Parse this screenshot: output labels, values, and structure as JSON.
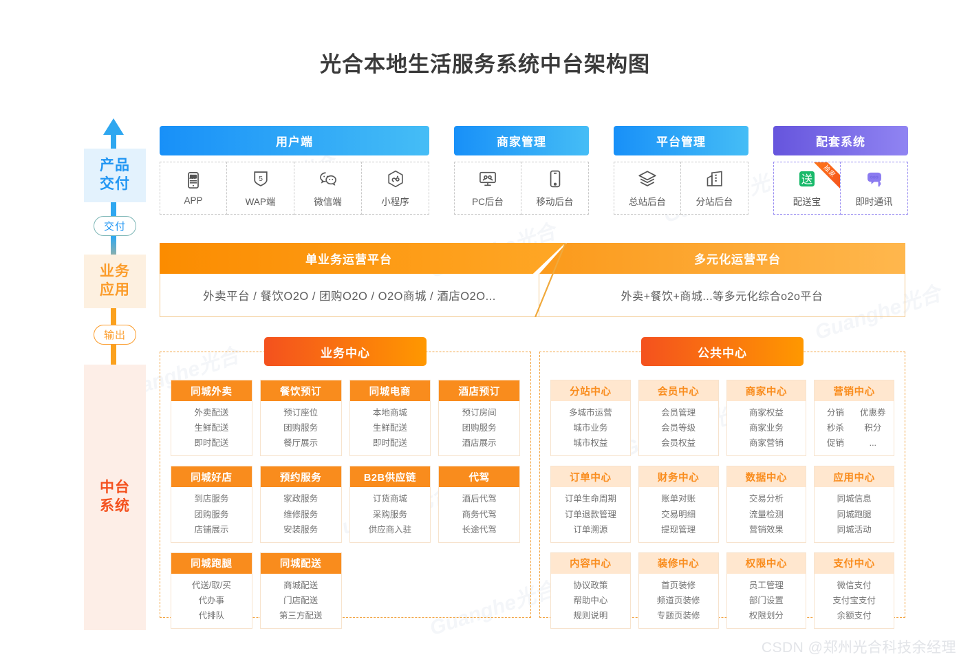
{
  "title": "光合本地生活服务系统中台架构图",
  "watermark": {
    "brand": "Guanghe光合",
    "credit": "CSDN @郑州光合科技余经理"
  },
  "colors": {
    "blue": "#1890f8",
    "blue_light": "#45bdf6",
    "purple": "#6655dd",
    "purple_light": "#9084f2",
    "orange": "#f98c1d",
    "orange_deep": "#f4511e",
    "orange_tint": "#ffe7cf",
    "stage_product_bg": "#e3f2fd",
    "stage_business_bg": "#fdf0e0",
    "stage_mid_bg": "#fdeee7"
  },
  "rail": {
    "stages": [
      {
        "name": "product-delivery",
        "line1": "产品",
        "line2": "交付"
      },
      {
        "name": "business-application",
        "line1": "业务",
        "line2": "应用"
      },
      {
        "name": "mid-platform-system",
        "line1": "中台",
        "line2": "系统"
      }
    ],
    "connectors": [
      {
        "name": "deliver",
        "label": "交付"
      },
      {
        "name": "output",
        "label": "输出"
      }
    ]
  },
  "top_groups": [
    {
      "id": "user-client",
      "title": "用户端",
      "theme": "blue",
      "items": [
        {
          "label": "APP",
          "icon": "app-phone-icon"
        },
        {
          "label": "WAP端",
          "icon": "html5-shield-icon"
        },
        {
          "label": "微信端",
          "icon": "wechat-icon"
        },
        {
          "label": "小程序",
          "icon": "miniprogram-icon"
        }
      ]
    },
    {
      "id": "merchant-management",
      "title": "商家管理",
      "theme": "blue",
      "items": [
        {
          "label": "PC后台",
          "icon": "desktop-monitor-icon"
        },
        {
          "label": "移动后台",
          "icon": "mobile-phone-icon"
        }
      ]
    },
    {
      "id": "platform-management",
      "title": "平台管理",
      "theme": "blue",
      "items": [
        {
          "label": "总站后台",
          "icon": "layers-icon"
        },
        {
          "label": "分站后台",
          "icon": "building-icon"
        }
      ]
    },
    {
      "id": "supporting-system",
      "title": "配套系统",
      "theme": "purple",
      "items": [
        {
          "label": "配送宝",
          "icon": "delivery-song-icon",
          "badge": "独家"
        },
        {
          "label": "即时通讯",
          "icon": "chat-bubble-icon"
        }
      ]
    }
  ],
  "ops_platforms": {
    "single": {
      "title": "单业务运营平台",
      "desc": "外卖平台  /  餐饮O2O  /  团购O2O  /  O2O商城  /  酒店O2O..."
    },
    "multi": {
      "title": "多元化运营平台",
      "desc": "外卖+餐饮+商城...等多元化综合o2o平台"
    }
  },
  "centers": [
    {
      "id": "business-center",
      "badge": "业务中心",
      "head_style": "solid",
      "cards": [
        {
          "title": "同城外卖",
          "items": [
            "外卖配送",
            "生鲜配送",
            "即时配送"
          ]
        },
        {
          "title": "餐饮预订",
          "items": [
            "预订座位",
            "团购服务",
            "餐厅展示"
          ]
        },
        {
          "title": "同城电商",
          "items": [
            "本地商城",
            "生鲜配送",
            "即时配送"
          ]
        },
        {
          "title": "酒店预订",
          "items": [
            "预订房间",
            "团购服务",
            "酒店展示"
          ]
        },
        {
          "title": "同城好店",
          "items": [
            "到店服务",
            "团购服务",
            "店铺展示"
          ]
        },
        {
          "title": "预约服务",
          "items": [
            "家政服务",
            "维修服务",
            "安装服务"
          ]
        },
        {
          "title": "B2B供应链",
          "items": [
            "订货商城",
            "采购服务",
            "供应商入驻"
          ]
        },
        {
          "title": "代驾",
          "items": [
            "酒后代驾",
            "商务代驾",
            "长途代驾"
          ]
        },
        {
          "title": "同城跑腿",
          "items": [
            "代送/取/买",
            "代办事",
            "代排队"
          ]
        },
        {
          "title": "同城配送",
          "items": [
            "商城配送",
            "门店配送",
            "第三方配送"
          ]
        }
      ]
    },
    {
      "id": "public-center",
      "badge": "公共中心",
      "head_style": "tint",
      "cards": [
        {
          "title": "分站中心",
          "items": [
            "多城市运营",
            "城市业务",
            "城市权益"
          ]
        },
        {
          "title": "会员中心",
          "items": [
            "会员管理",
            "会员等级",
            "会员权益"
          ]
        },
        {
          "title": "商家中心",
          "items": [
            "商家权益",
            "商家业务",
            "商家营销"
          ]
        },
        {
          "title": "营销中心",
          "two_col": true,
          "items": [
            "分销",
            "优惠券",
            "秒杀",
            "积分",
            "促销",
            "..."
          ]
        },
        {
          "title": "订单中心",
          "items": [
            "订单生命周期",
            "订单退款管理",
            "订单溯源"
          ]
        },
        {
          "title": "财务中心",
          "items": [
            "账单对账",
            "交易明细",
            "提现管理"
          ]
        },
        {
          "title": "数据中心",
          "items": [
            "交易分析",
            "流量检测",
            "营销效果"
          ]
        },
        {
          "title": "应用中心",
          "items": [
            "同城信息",
            "同城跑腿",
            "同城活动"
          ]
        },
        {
          "title": "内容中心",
          "items": [
            "协议政策",
            "帮助中心",
            "规则说明"
          ]
        },
        {
          "title": "装修中心",
          "items": [
            "首页装修",
            "频道页装修",
            "专题页装修"
          ]
        },
        {
          "title": "权限中心",
          "items": [
            "员工管理",
            "部门设置",
            "权限划分"
          ]
        },
        {
          "title": "支付中心",
          "items": [
            "微信支付",
            "支付宝支付",
            "余额支付"
          ]
        }
      ]
    }
  ]
}
